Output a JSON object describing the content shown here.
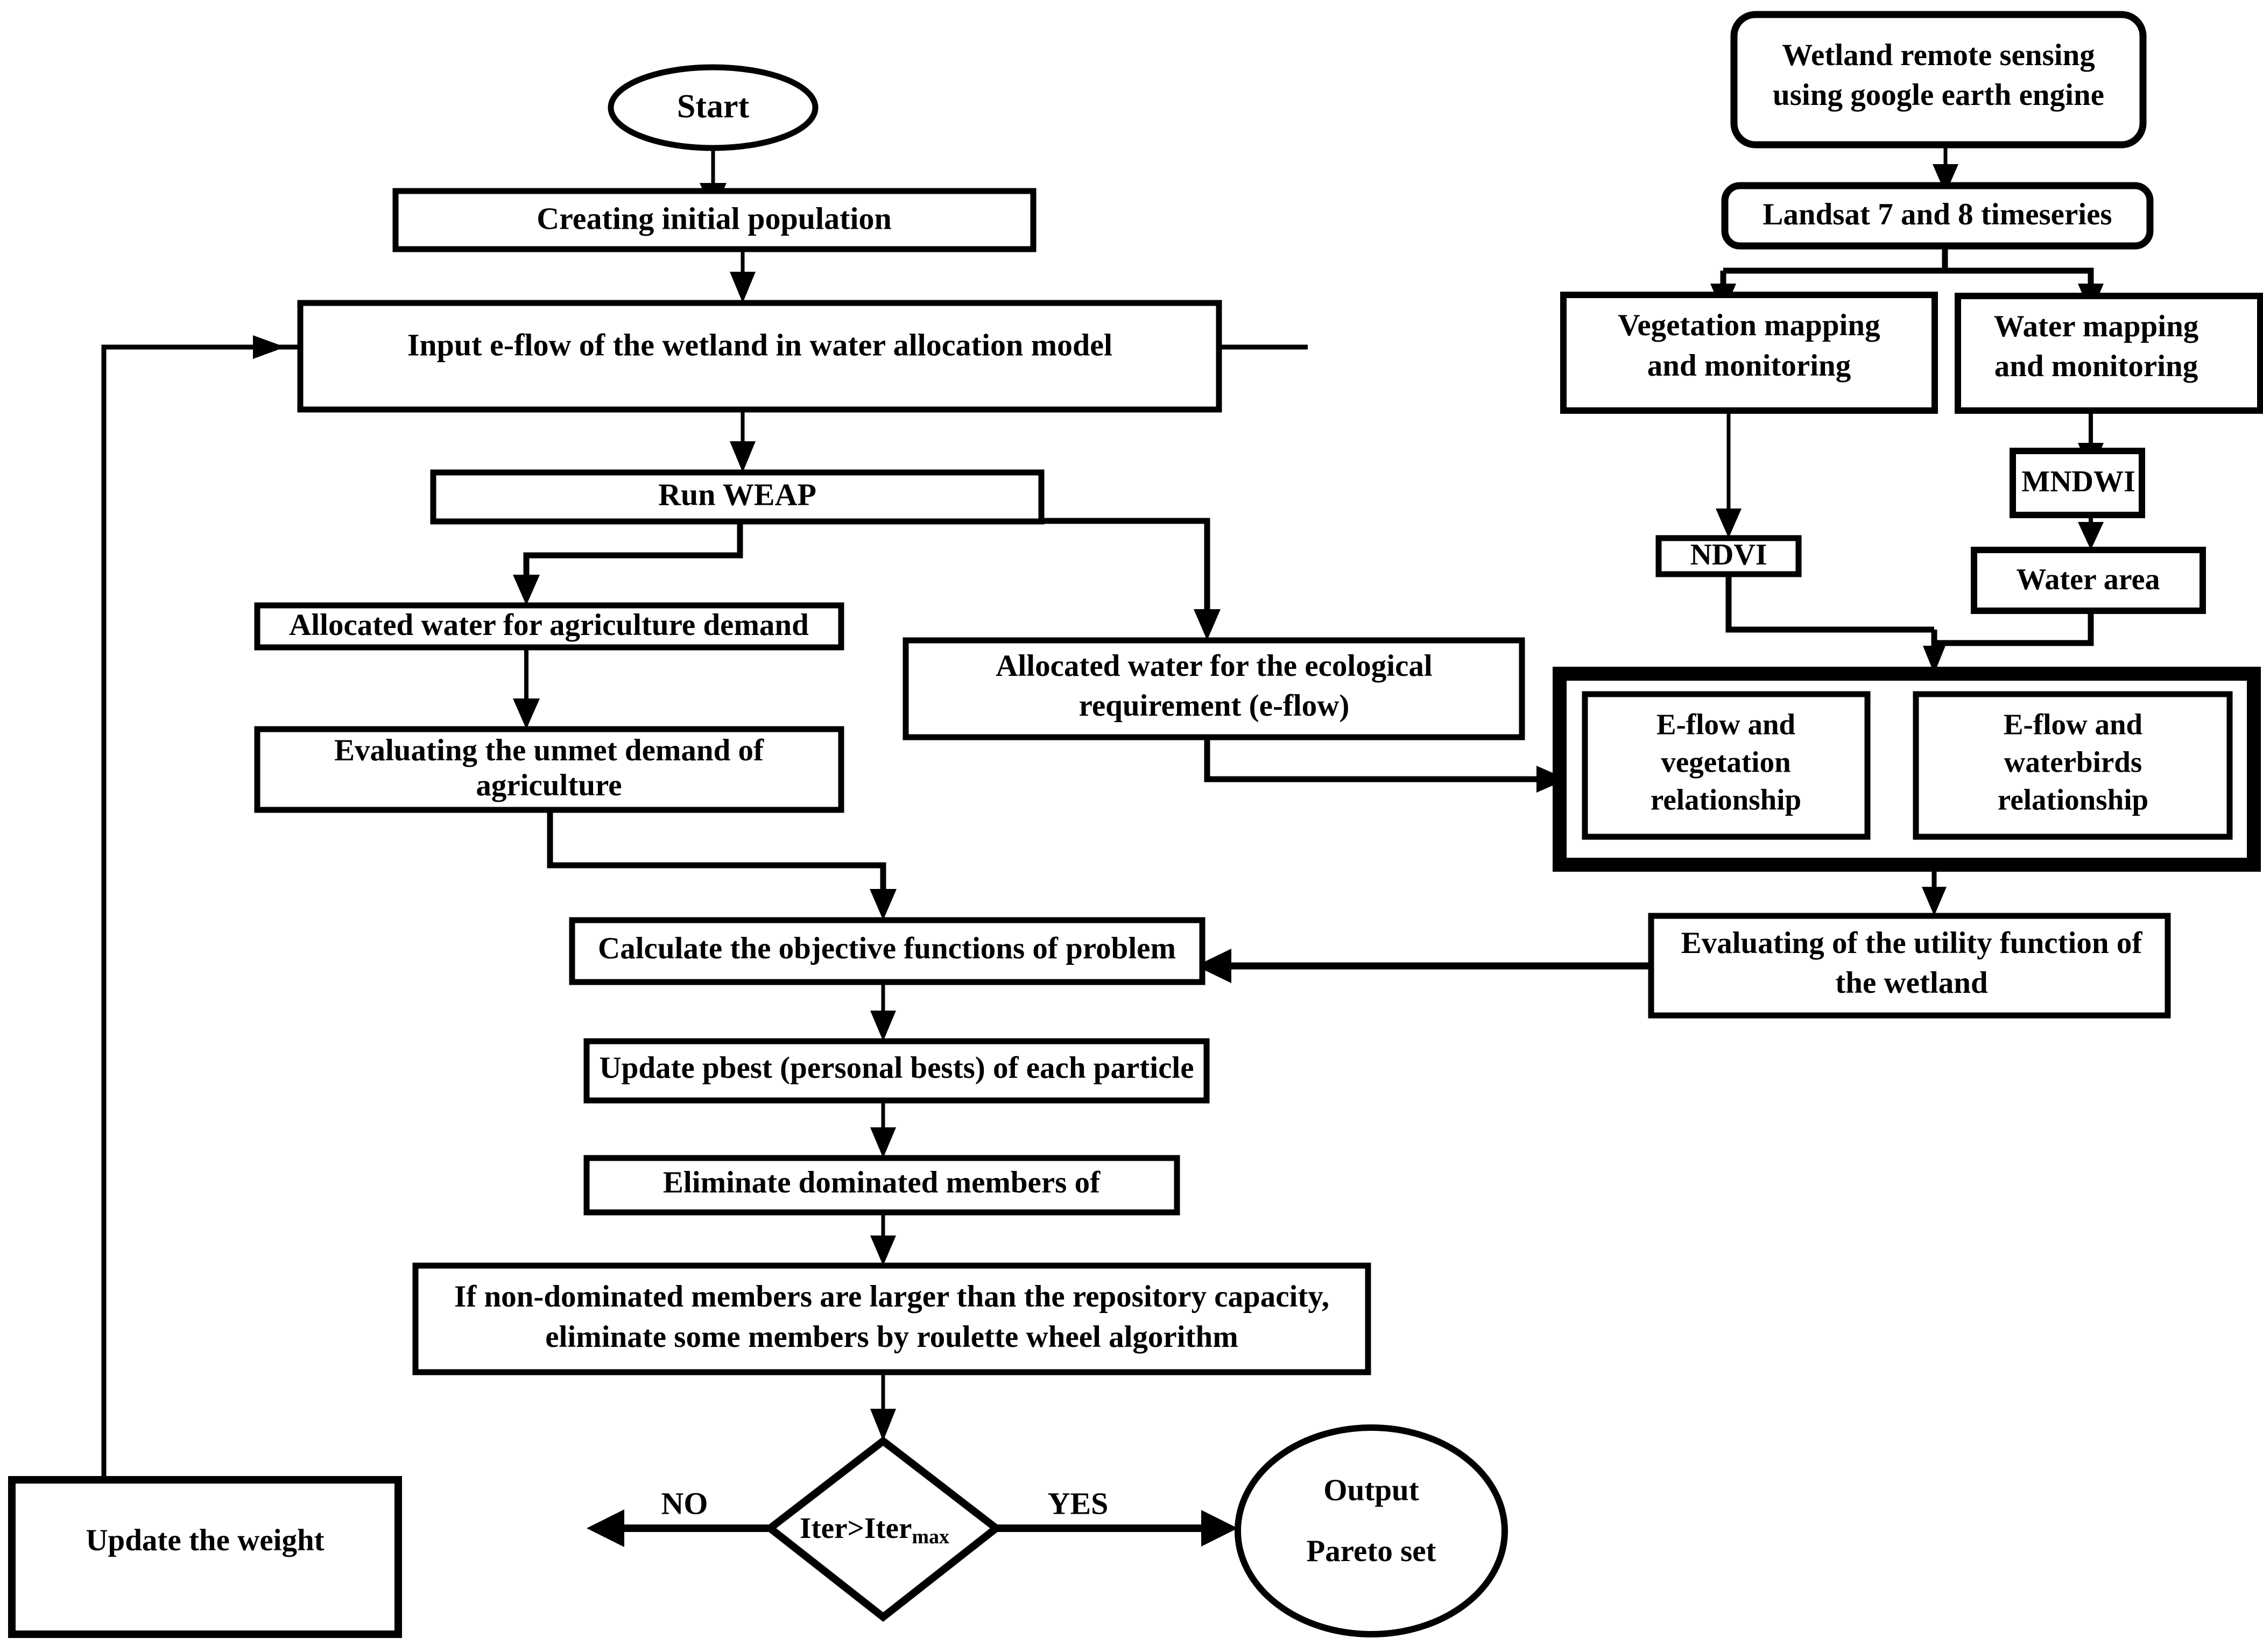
{
  "diagram": {
    "title": "Wetland e-flow optimization flowchart",
    "colors": {
      "stroke": "#000000",
      "fill": "#ffffff",
      "text": "#000000"
    },
    "nodes": {
      "start": {
        "label": "Start",
        "shape": "ellipse"
      },
      "create_population": {
        "label": "Creating initial population",
        "shape": "rect"
      },
      "input_eflow": {
        "label": "Input e-flow of the wetland in water allocation model",
        "shape": "rect"
      },
      "run_weap": {
        "label": "Run WEAP",
        "shape": "rect"
      },
      "alloc_agri": {
        "label": "Allocated water for agriculture demand",
        "shape": "rect"
      },
      "eval_unmet": {
        "line1": "Evaluating the unmet demand of",
        "line2": "agriculture",
        "shape": "rect"
      },
      "alloc_eco": {
        "line1": "Allocated water for the ecological",
        "line2": "requirement (e-flow)",
        "shape": "rect"
      },
      "calc_obj": {
        "label": "Calculate the objective functions of problem",
        "shape": "rect"
      },
      "update_pbest": {
        "label": "Update pbest (personal bests) of each particle",
        "shape": "rect"
      },
      "eliminate_dominated": {
        "label": "Eliminate dominated members of",
        "shape": "rect"
      },
      "repository": {
        "line1": "If non-dominated members are larger than the repository capacity,",
        "line2": "eliminate some members by roulette wheel algorithm",
        "shape": "rect"
      },
      "decision": {
        "label_main": "Iter>Iter",
        "label_sub": "max",
        "shape": "diamond"
      },
      "update_weight": {
        "label": "Update the weight",
        "shape": "rect"
      },
      "output": {
        "line1": "Output",
        "line2": "Pareto set",
        "shape": "ellipse"
      },
      "wetland_rs": {
        "line1": "Wetland remote sensing",
        "line2": "using google earth engine",
        "shape": "rounded-rect"
      },
      "landsat": {
        "label": "Landsat 7 and 8 timeseries",
        "shape": "rounded-rect"
      },
      "veg_mapping": {
        "line1": "Vegetation mapping",
        "line2": "and monitoring",
        "shape": "rect"
      },
      "water_mapping": {
        "line1": "Water mapping",
        "line2": "and monitoring",
        "shape": "rect"
      },
      "ndvi": {
        "label": "NDVI",
        "shape": "rect"
      },
      "mndwi": {
        "label": "MNDWI",
        "shape": "rect"
      },
      "water_area": {
        "label": "Water area",
        "shape": "rect"
      },
      "eflow_group": {
        "label": "",
        "shape": "rect-thick"
      },
      "eflow_veg": {
        "line1": "E-flow and",
        "line2": "vegetation",
        "line3": "relationship",
        "shape": "rect"
      },
      "eflow_birds": {
        "line1": "E-flow and",
        "line2": "waterbirds",
        "line3": "relationship",
        "shape": "rect"
      },
      "eval_utility": {
        "line1": "Evaluating of the utility function of",
        "line2": "the wetland",
        "shape": "rect"
      }
    },
    "edge_labels": {
      "no": "NO",
      "yes": "YES"
    }
  }
}
